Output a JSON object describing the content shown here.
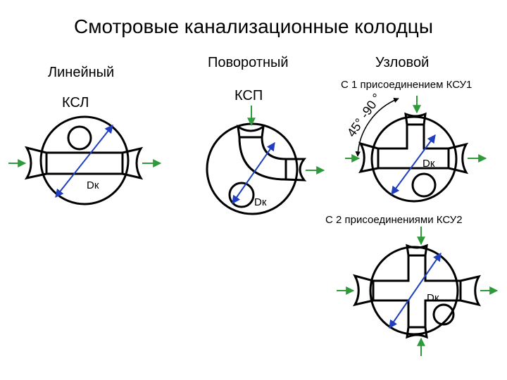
{
  "title": "Смотровые канализационные колодцы",
  "wells": {
    "linear": {
      "name": "Линейный",
      "code": "КСЛ",
      "dim": "Dк"
    },
    "turning": {
      "name": "Поворотный",
      "code": "КСП",
      "dim": "Dк"
    },
    "junction": {
      "name": "Узловой",
      "variant1": {
        "caption": "С 1 присоединением КСУ1",
        "angle": "45° -90 °",
        "dim": "Dк"
      },
      "variant2": {
        "caption": "С 2 присоединениями КСУ2",
        "dim": "Dк"
      }
    }
  },
  "colors": {
    "flow_arrow": "#2e9a3a",
    "dimension": "#1f3fbf",
    "line": "#000000"
  }
}
